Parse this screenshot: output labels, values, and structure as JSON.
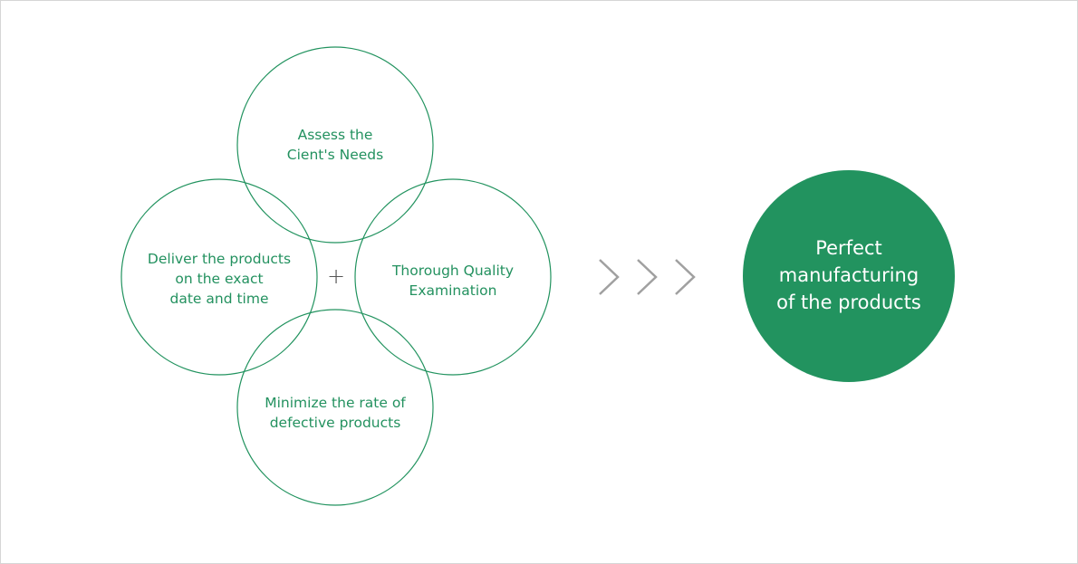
{
  "colors": {
    "accent": "#22935f",
    "chevron": "#a0a0a0",
    "plus": "#555555"
  },
  "circles": [
    {
      "id": "top",
      "lines": [
        "Assess the",
        "Cient's Needs"
      ]
    },
    {
      "id": "left",
      "lines": [
        "Deliver the products",
        "on the exact",
        "date and time"
      ]
    },
    {
      "id": "right",
      "lines": [
        "Thorough Quality",
        "Examination"
      ]
    },
    {
      "id": "bottom",
      "lines": [
        "Minimize the rate of",
        "defective products"
      ]
    }
  ],
  "plus_symbol": "+",
  "result": {
    "lines": [
      "Perfect",
      "manufacturing",
      "of the products"
    ]
  }
}
